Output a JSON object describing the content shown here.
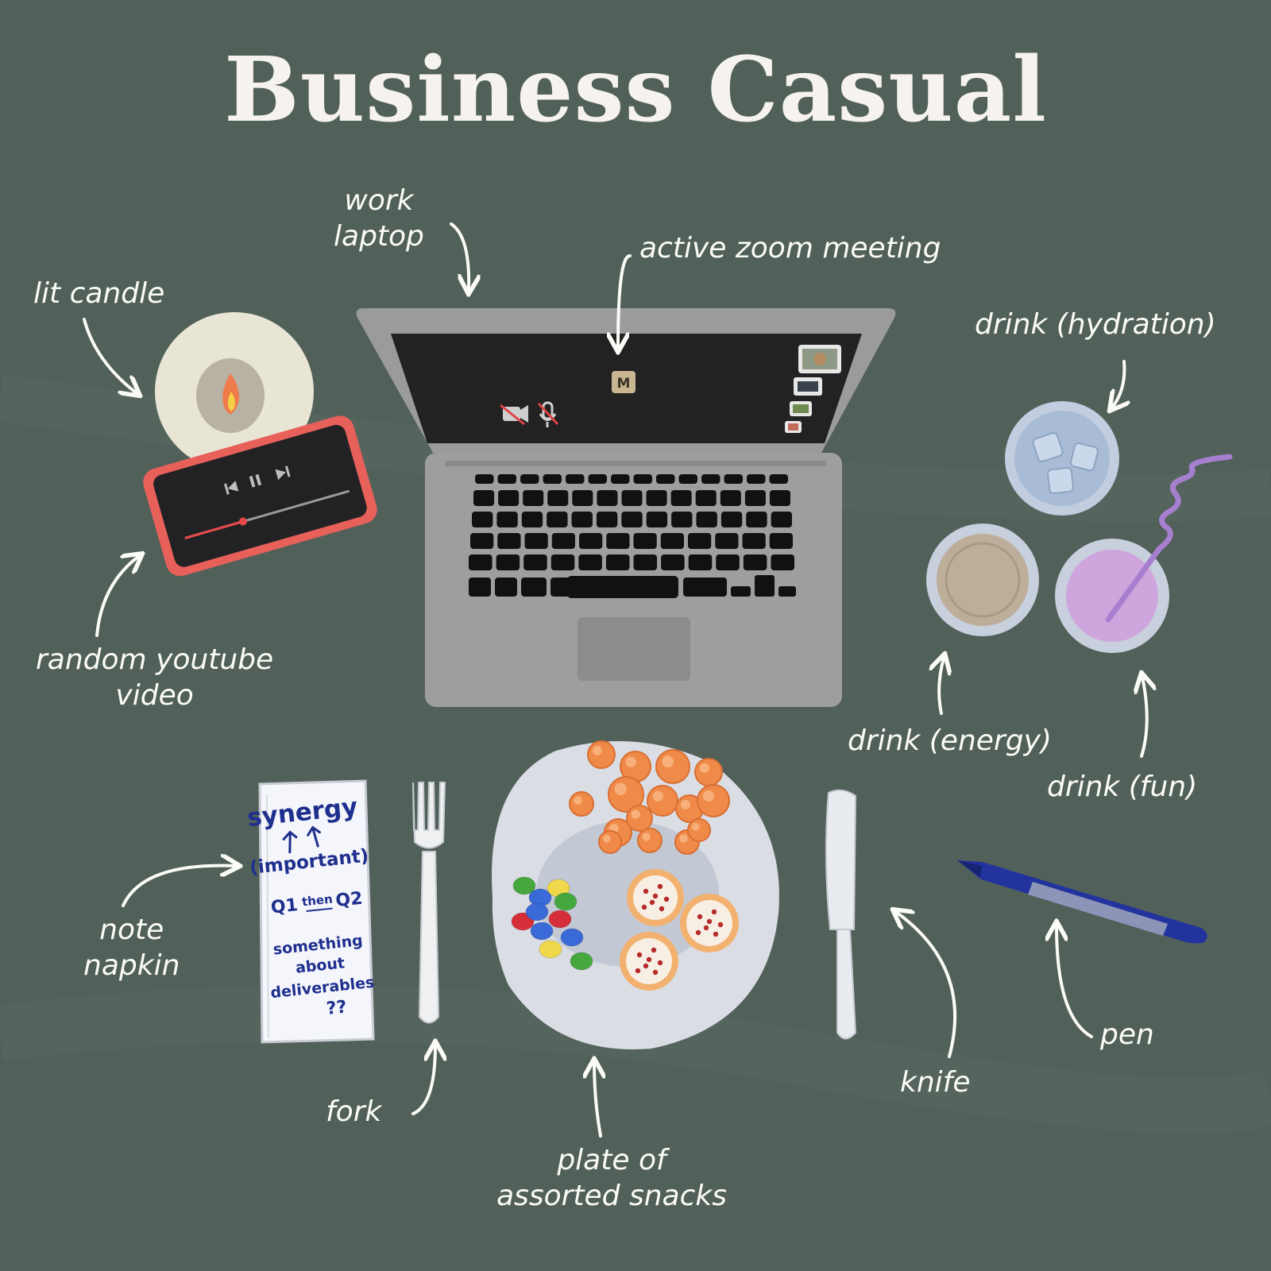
{
  "title": "Business Casual",
  "labels": {
    "work_laptop": [
      "work",
      "laptop"
    ],
    "active_zoom": "active zoom meeting",
    "lit_candle": "lit candle",
    "random_youtube": [
      "random youtube",
      "video"
    ],
    "drink_hydration": "drink (hydration)",
    "drink_energy": "drink (energy)",
    "drink_fun": "drink (fun)",
    "note_napkin": [
      "note",
      "napkin"
    ],
    "fork": "fork",
    "plate": [
      "plate of",
      "assorted snacks"
    ],
    "knife": "knife",
    "pen": "pen"
  },
  "napkin": {
    "line1": "synergy",
    "line2": "(important)",
    "q1": "Q1",
    "then": "then",
    "q2": "Q2",
    "line4": "something",
    "line5": "about",
    "line6": "deliverables",
    "line7": "??"
  },
  "zoom_icon_letter": "M",
  "colors": {
    "background": "#52605a",
    "label": "#fbfbf7",
    "napkin_ink": "#1f2f8e",
    "laptop": "#9e9e9e",
    "speaker": "#e8605a",
    "straw": "#a77fcf",
    "pen": "#23339e"
  }
}
